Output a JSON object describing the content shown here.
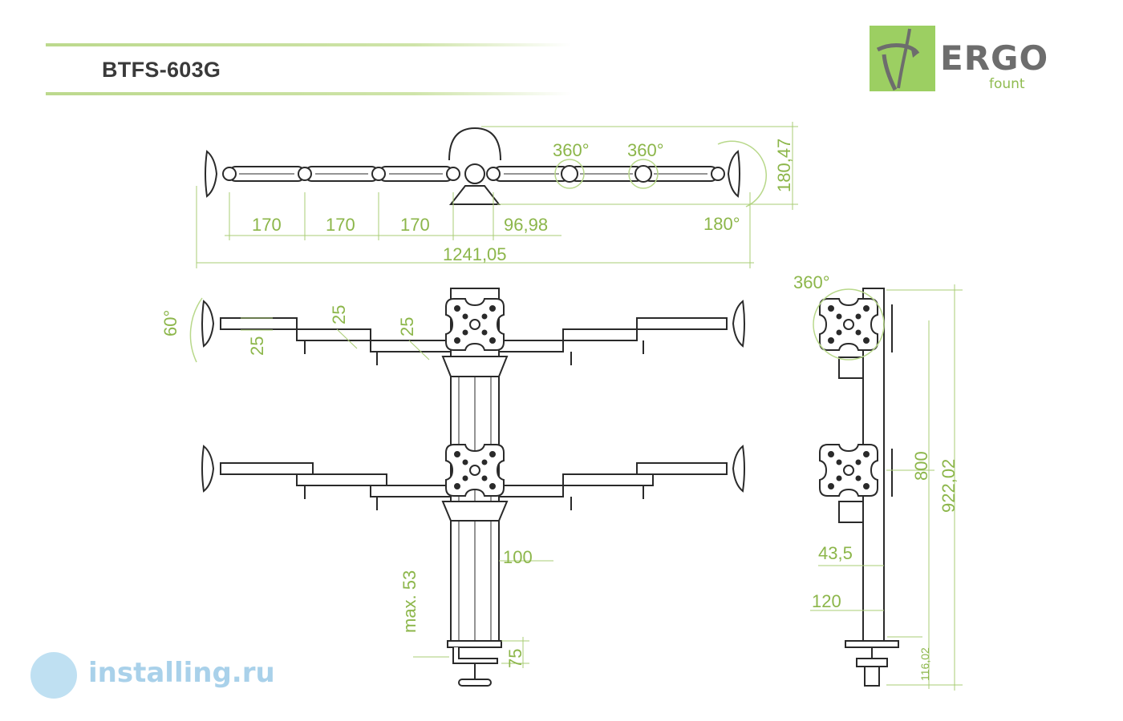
{
  "header": {
    "model": "BTFS-603G"
  },
  "logo": {
    "brand": "ERGO",
    "sub": "fount",
    "accent": "#9ccf62"
  },
  "colors": {
    "dimension": "#8cb64a",
    "line": "#3a3a3a"
  },
  "top_view": {
    "dims": [
      "170",
      "170",
      "170",
      "96,98",
      "1241,05",
      "180,47"
    ],
    "angles": [
      "360°",
      "360°",
      "180°"
    ]
  },
  "front_view": {
    "angle": "60°",
    "dims": [
      "25",
      "25",
      "25",
      "100",
      "max. 53",
      "75"
    ]
  },
  "side_view": {
    "angle": "360°",
    "dims": [
      "800",
      "922,02",
      "43,5",
      "120",
      "116,02"
    ]
  },
  "watermark": {
    "text": "installing.ru"
  }
}
